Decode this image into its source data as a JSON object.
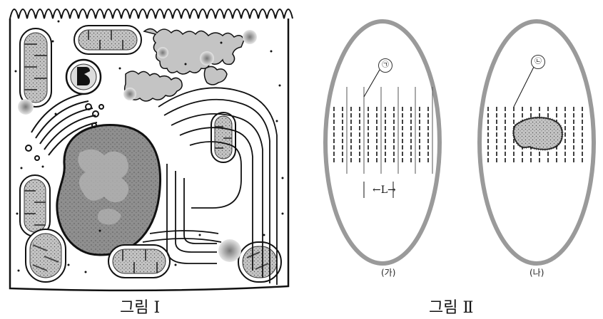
{
  "figure1": {
    "caption": "그림 Ⅰ"
  },
  "figure2": {
    "caption": "그림 Ⅱ",
    "panel_a": {
      "sublabel": "(가)",
      "pointer_label": "㉠",
      "length_label": "←L→"
    },
    "panel_b": {
      "sublabel": "(나)",
      "pointer_label": "㉡"
    }
  },
  "colors": {
    "ink": "#111111",
    "organelle_fill": "#bdbdbd",
    "nucleus_fill": "#8c8c8c",
    "field_ring": "#9a9a9a"
  }
}
